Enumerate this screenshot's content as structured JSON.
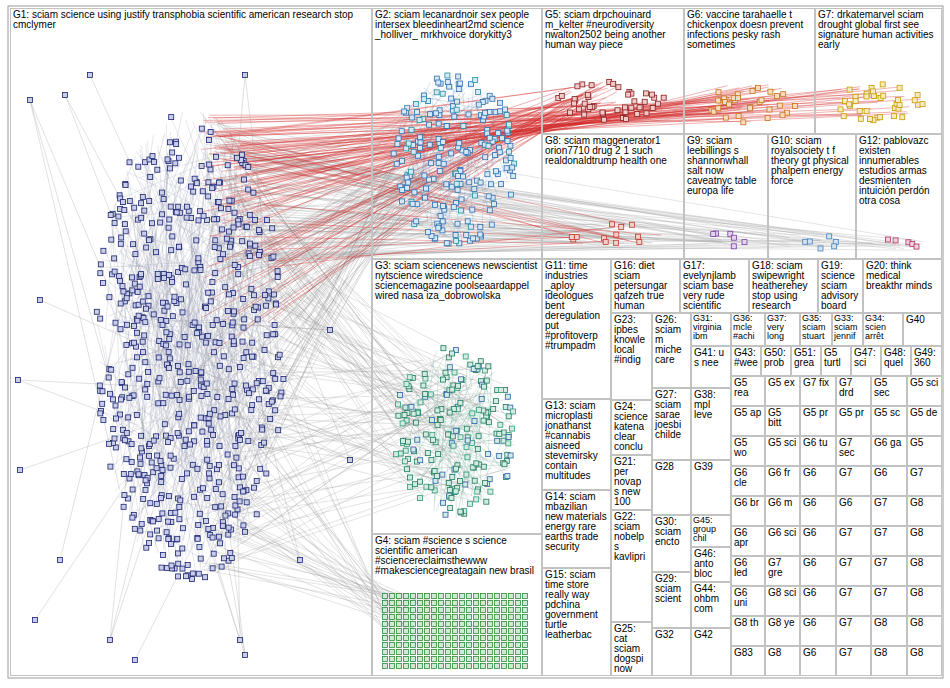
{
  "diagram": {
    "nodes": [
      {
        "text": [
          "G1: sciam science using justify transphobia scientific american research stop cmclymer"
        ]
      },
      {
        "text": [
          "G2: sciam lecanardnoir sex people intersex bleedinheart2md science _holliver_ mrkhvoice dorykitty3"
        ]
      },
      {
        "text": [
          "G5: sciam drpchouinard m_kelter #neurodiversity nwalton2502 being another human way piece"
        ]
      },
      {
        "text": [
          "G6: vaccine tarahaelle t chickenpox doesn prevent infections pesky rash sometimes"
        ]
      },
      {
        "text": [
          "G7: drkatemarvel sciam drought global first see signature human activities early"
        ]
      },
      {
        "text": [
          "G8: sciam maggenerator1 orion7710 drug 2 1 such realdonaldtrump health one"
        ]
      },
      {
        "text": [
          "G9: sciam leebillings s shannonwhall salt now caveatnyc table europa life"
        ]
      },
      {
        "text": [
          "G10: sciam royalsociety t f theory gt physical phalpern energy force"
        ]
      },
      {
        "text": [
          "G12: pablovazc existen innumerables estudios armas desmienten intuición perdón otra cosa"
        ]
      },
      {
        "text": [
          "G3: sciam sciencenews newscientist nytscience wiredscience sciencemagazine poolseaardappel wired nasa iza_dobrowolska"
        ]
      },
      {
        "text": [
          "G4: sciam #science s science scientific american #sciencereclaimsthewww #makesciencegreatagain new brasil"
        ]
      },
      {
        "text": [
          "G11: time industries _aploy ideologues bent deregulation put #profitoverp #trumpadm"
        ]
      },
      {
        "text": [
          "G16: diet sciam petersungar qafzeh true human"
        ]
      },
      {
        "text": [
          "G17: evelynjlamb sciam base very rude scientific"
        ]
      },
      {
        "text": [
          "G18: sciam swipewright heatherehey stop using research"
        ]
      },
      {
        "text": [
          "G19: science sciam advisory board"
        ]
      },
      {
        "text": [
          "G20: think medical breakthr minds"
        ]
      },
      {
        "text": [
          "G13: sciam microplasti jonathanst #cannabis aisneed stevemirsky contain multitudes"
        ]
      },
      {
        "text": [
          "G14: sciam mbazilian new materials energy rare earths trade security"
        ]
      },
      {
        "text": [
          "G15: sciam time store really way pdchina government turtle leatherbac"
        ]
      },
      {
        "text": [
          "G23: ipbes knowle local #indig"
        ]
      },
      {
        "text": [
          "G24: science katena clear conclu"
        ]
      },
      {
        "text": [
          "G21: per novap s new 100"
        ]
      },
      {
        "text": [
          "G22: sciam nobelp s kavlipri"
        ]
      },
      {
        "text": [
          "G25: cat sciam dogspi now"
        ]
      },
      {
        "text": [
          "G26: sciam m miche care"
        ]
      },
      {
        "text": [
          "G27: sciam sarae joesbi childe"
        ]
      },
      {
        "text": [
          "G28"
        ]
      },
      {
        "text": [
          "G30: sciam encto"
        ]
      },
      {
        "text": [
          "G29: sciam scient"
        ]
      },
      {
        "text": [
          "G32"
        ]
      },
      {
        "text": [
          "G31: virginia ibm"
        ]
      },
      {
        "text": [
          "G36: mcle #achi"
        ]
      },
      {
        "text": [
          "G37: very long"
        ]
      },
      {
        "text": [
          "G35: sciam stuart"
        ]
      },
      {
        "text": [
          "G33: sciam jennif"
        ]
      },
      {
        "text": [
          "G34: scien arrêt"
        ]
      },
      {
        "text": [
          "G40"
        ]
      },
      {
        "text": [
          "G41: u s nee"
        ]
      },
      {
        "text": [
          "G38: mpl leve"
        ]
      },
      {
        "text": [
          "G39"
        ]
      },
      {
        "text": [
          "G45: group chil"
        ]
      },
      {
        "text": [
          "G46: anto bloc"
        ]
      },
      {
        "text": [
          "G44: ohbm com"
        ]
      },
      {
        "text": [
          "G42"
        ]
      },
      {
        "text": [
          "G43: #wee"
        ]
      },
      {
        "text": [
          "G50: prob"
        ]
      },
      {
        "text": [
          "G51: grea"
        ]
      },
      {
        "text": [
          "G5 turtl"
        ]
      },
      {
        "text": [
          "G47: sci"
        ]
      },
      {
        "text": [
          "G48: quel"
        ]
      },
      {
        "text": [
          "G49: 360"
        ]
      },
      {
        "text": [
          "G5 rea"
        ]
      },
      {
        "text": [
          "G5 ap"
        ]
      },
      {
        "text": [
          "G5 wo"
        ]
      },
      {
        "text": [
          "G6 cle"
        ]
      },
      {
        "text": [
          "G6 br"
        ]
      },
      {
        "text": [
          "G6 apr"
        ]
      },
      {
        "text": [
          "G6 led"
        ]
      },
      {
        "text": [
          "G6 uni"
        ]
      },
      {
        "text": [
          "G8 th"
        ]
      },
      {
        "text": [
          "G83"
        ]
      },
      {
        "text": [
          "G5 ex"
        ]
      },
      {
        "text": [
          "G5 bitt"
        ]
      },
      {
        "text": [
          "G5 sci"
        ]
      },
      {
        "text": [
          "G6 fr"
        ]
      },
      {
        "text": [
          "G6 m"
        ]
      },
      {
        "text": [
          "G6 sci"
        ]
      },
      {
        "text": [
          "G7 gre"
        ]
      },
      {
        "text": [
          "G8 sci"
        ]
      },
      {
        "text": [
          "G8 ye"
        ]
      },
      {
        "text": [
          "G8"
        ]
      },
      {
        "text": [
          "G7 fix"
        ]
      },
      {
        "text": [
          "G7 drd"
        ]
      },
      {
        "text": [
          "G5 sec"
        ]
      },
      {
        "text": [
          "G5 sci"
        ]
      },
      {
        "text": [
          "G5 pr"
        ]
      },
      {
        "text": [
          "G5 pr"
        ]
      },
      {
        "text": [
          "G5 sc"
        ]
      },
      {
        "text": [
          "G5 de"
        ]
      },
      {
        "text": [
          "G6 tu"
        ]
      },
      {
        "text": [
          "G7 sec"
        ]
      },
      {
        "text": [
          "G6 ga"
        ]
      },
      {
        "text": [
          "G5"
        ]
      },
      {
        "text": [
          "G6"
        ]
      },
      {
        "text": [
          "G7"
        ]
      },
      {
        "text": [
          "G6"
        ]
      },
      {
        "text": [
          "G7"
        ]
      },
      {
        "text": [
          "G6"
        ]
      },
      {
        "text": [
          "G6"
        ]
      },
      {
        "text": [
          "G7"
        ]
      },
      {
        "text": [
          "G8"
        ]
      },
      {
        "text": [
          "G6"
        ]
      },
      {
        "text": [
          "G7"
        ]
      },
      {
        "text": [
          "G7"
        ]
      },
      {
        "text": [
          "G8"
        ]
      },
      {
        "text": [
          "G6"
        ]
      },
      {
        "text": [
          "G7"
        ]
      },
      {
        "text": [
          "G7"
        ]
      },
      {
        "text": [
          "G8"
        ]
      },
      {
        "text": [
          "G6"
        ]
      },
      {
        "text": [
          "G7"
        ]
      },
      {
        "text": [
          "G7"
        ]
      },
      {
        "text": [
          "G8"
        ]
      },
      {
        "text": [
          "G6"
        ]
      },
      {
        "text": [
          "G7"
        ]
      },
      {
        "text": [
          "G8"
        ]
      },
      {
        "text": [
          "G8"
        ]
      },
      {
        "text": [
          "G6"
        ]
      },
      {
        "text": [
          "G7"
        ]
      },
      {
        "text": [
          "G8"
        ]
      },
      {
        "text": [
          "G8"
        ]
      }
    ]
  }
}
